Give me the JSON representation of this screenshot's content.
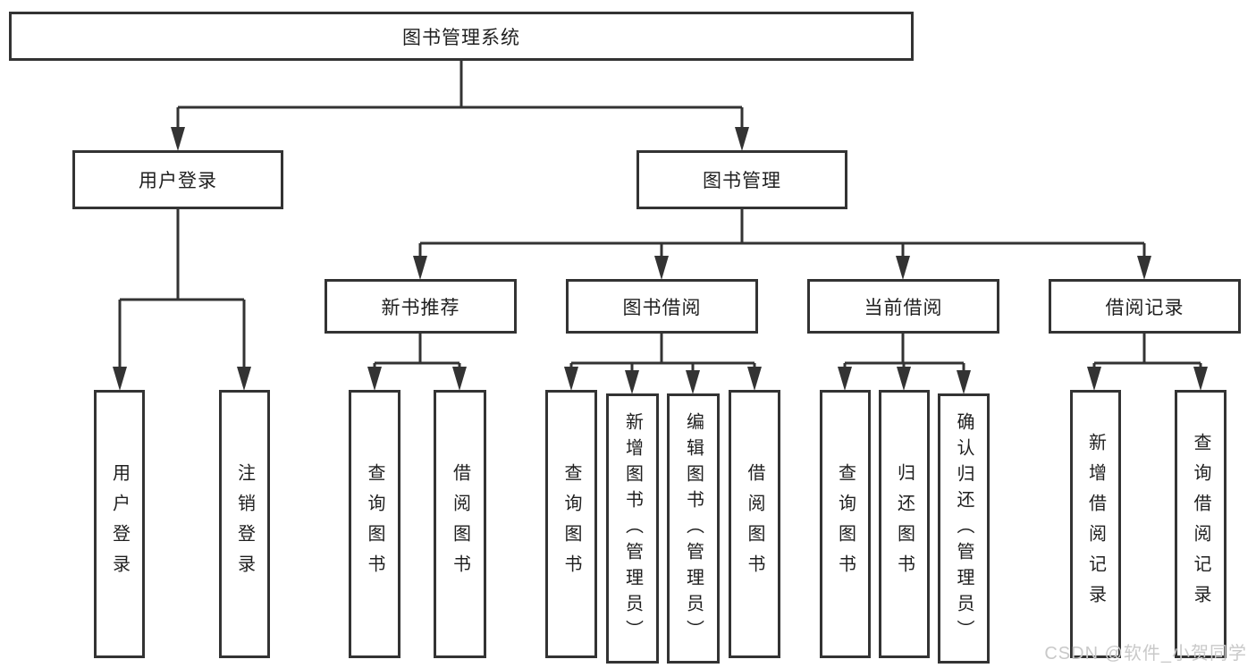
{
  "tree": {
    "root": {
      "label": "图书管理系统"
    },
    "branches": [
      {
        "label": "用户登录",
        "children": [
          {
            "label": "用户登录"
          },
          {
            "label": "注销登录"
          }
        ]
      },
      {
        "label": "图书管理",
        "children": [
          {
            "label": "新书推荐",
            "children": [
              {
                "label": "查询图书"
              },
              {
                "label": "借阅图书"
              }
            ]
          },
          {
            "label": "图书借阅",
            "children": [
              {
                "label": "查询图书"
              },
              {
                "label": "新增图书（管理员）"
              },
              {
                "label": "编辑图书（管理员）"
              },
              {
                "label": "借阅图书"
              }
            ]
          },
          {
            "label": "当前借阅",
            "children": [
              {
                "label": "查询图书"
              },
              {
                "label": "归还图书"
              },
              {
                "label": "确认归还（管理员）"
              }
            ]
          },
          {
            "label": "借阅记录",
            "children": [
              {
                "label": "新增借阅记录"
              },
              {
                "label": "查询借阅记录"
              }
            ]
          }
        ]
      }
    ]
  },
  "watermark": {
    "text": "CSDN @软件_小贺同学"
  },
  "colors": {
    "line": "#333333",
    "box_border": "#333333",
    "text": "#1f1f1f",
    "watermark": "#c9c9c9",
    "background": "#ffffff"
  }
}
